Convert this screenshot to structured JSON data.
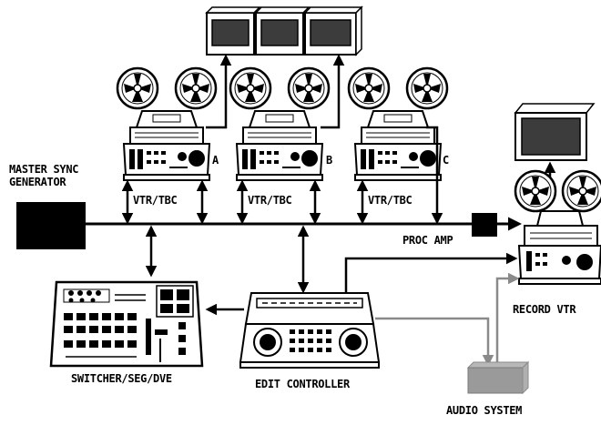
{
  "labels": {
    "master_sync_line1": "MASTER SYNC",
    "master_sync_line2": "GENERATOR",
    "vtr_a": "VTR/TBC",
    "vtr_b": "VTR/TBC",
    "vtr_c": "VTR/TBC",
    "letter_a": "A",
    "letter_b": "B",
    "letter_c": "C",
    "proc_amp": "PROC AMP",
    "record_vtr": "RECORD VTR",
    "switcher": "SWITCHER/SEG/DVE",
    "edit_controller": "EDIT CONTROLLER",
    "audio_system": "AUDIO SYSTEM"
  },
  "colors": {
    "ink": "#000000",
    "audio_line": "#8a8a8a",
    "audio_box": "#9a9a9a",
    "screen_fill": "#3c3c3c"
  }
}
